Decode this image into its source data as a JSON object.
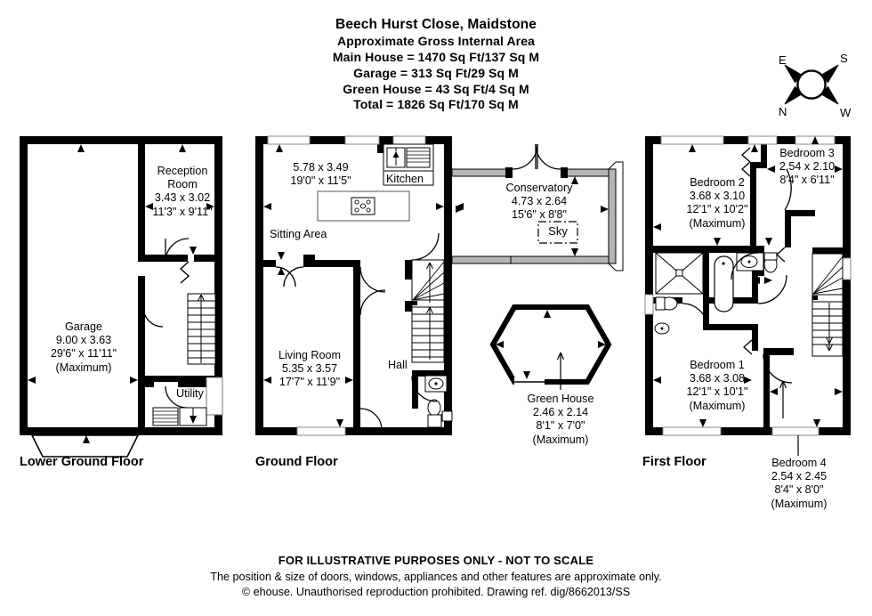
{
  "header": {
    "title": "Beech Hurst Close, Maidstone",
    "subtitle": "Approximate Gross Internal Area",
    "main_house": "Main House = 1470 Sq Ft/137 Sq M",
    "garage": "Garage = 313 Sq Ft/29 Sq M",
    "green_house": "Green House = 43 Sq Ft/4 Sq M",
    "total": "Total = 1826 Sq Ft/170 Sq M"
  },
  "compass": {
    "n": "N",
    "e": "E",
    "s": "S",
    "w": "W"
  },
  "floors": [
    {
      "id": "lower",
      "label": "Lower Ground Floor"
    },
    {
      "id": "ground",
      "label": "Ground Floor"
    },
    {
      "id": "first",
      "label": "First Floor"
    }
  ],
  "rooms": {
    "reception": {
      "name": "Reception",
      "name2": "Room",
      "metric": "3.43 x 3.02",
      "imperial": "11'3\" x 9'11\""
    },
    "garage": {
      "name": "Garage",
      "metric": "9.00 x 3.63",
      "imperial": "29'6\" x 11'11\"",
      "note": "(Maximum)"
    },
    "utility": {
      "name": "Utility"
    },
    "sitting_area": {
      "name": "Sitting Area",
      "metric": "5.78 x 3.49",
      "imperial": "19'0\" x 11'5\""
    },
    "kitchen": {
      "name": "Kitchen"
    },
    "living_room": {
      "name": "Living Room",
      "metric": "5.35 x 3.57",
      "imperial": "17'7\" x 11'9\""
    },
    "hall": {
      "name": "Hall"
    },
    "conservatory": {
      "name": "Conservatory",
      "metric": "4.73 x 2.64",
      "imperial": "15'6\" x 8'8\"",
      "sky": "Sky"
    },
    "green_house": {
      "name": "Green House",
      "metric": "2.46 x 2.14",
      "imperial": "8'1\" x 7'0\"",
      "note": "(Maximum)"
    },
    "bedroom1": {
      "name": "Bedroom 1",
      "metric": "3.68 x 3.08",
      "imperial": "12'1\" x 10'1\"",
      "note": "(Maximum)"
    },
    "bedroom2": {
      "name": "Bedroom 2",
      "metric": "3.68 x 3.10",
      "imperial": "12'1\" x 10'2\"",
      "note": "(Maximum)"
    },
    "bedroom3": {
      "name": "Bedroom 3",
      "metric": "2.54 x 2.10",
      "imperial": "8'4\" x 6'11\""
    },
    "bedroom4": {
      "name": "Bedroom 4",
      "metric": "2.54 x 2.45",
      "imperial": "8'4\" x 8'0\"",
      "note": "(Maximum)"
    }
  },
  "footer": {
    "disclaimer": "FOR ILLUSTRATIVE PURPOSES ONLY - NOT TO SCALE",
    "note": "The position & size of doors, windows, appliances and other features are approximate only.",
    "copyright": "© ehouse. Unauthorised reproduction prohibited. Drawing ref. dig/8662013/SS"
  },
  "colors": {
    "wall": "#000000",
    "background": "#ffffff",
    "fixture_stroke": "#1a1a1a",
    "glazing": "#9a9a9a"
  }
}
